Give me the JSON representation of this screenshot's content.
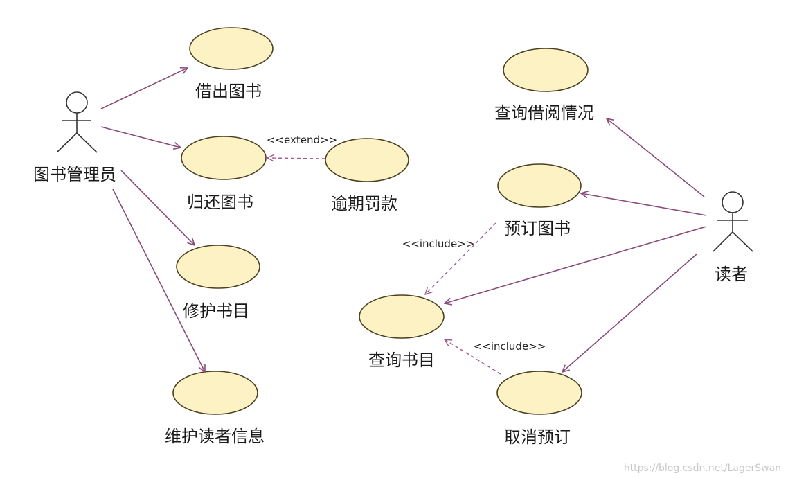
{
  "actors": {
    "librarian": {
      "label": "图书管理员"
    },
    "reader": {
      "label": "读者"
    }
  },
  "usecases": {
    "borrow_book": {
      "label": "借出图书"
    },
    "return_book": {
      "label": "归还图书"
    },
    "overdue_fine": {
      "label": "逾期罚款"
    },
    "repair_catalog": {
      "label": "修护书目"
    },
    "maintain_reader": {
      "label": "维护读者信息"
    },
    "query_borrow": {
      "label": "查询借阅情况"
    },
    "reserve_book": {
      "label": "预订图书"
    },
    "query_catalog": {
      "label": "查询书目"
    },
    "cancel_reserve": {
      "label": "取消预订"
    }
  },
  "relations": {
    "extend": {
      "label": "<<extend>>"
    },
    "include_reserve": {
      "label": "<<include>>"
    },
    "include_cancel": {
      "label": "<<include>>"
    }
  },
  "watermark": "https://blog.csdn.net/LagerSwan",
  "colors": {
    "usecase_fill": "#fdf2c4",
    "association": "#8a4a7a"
  }
}
